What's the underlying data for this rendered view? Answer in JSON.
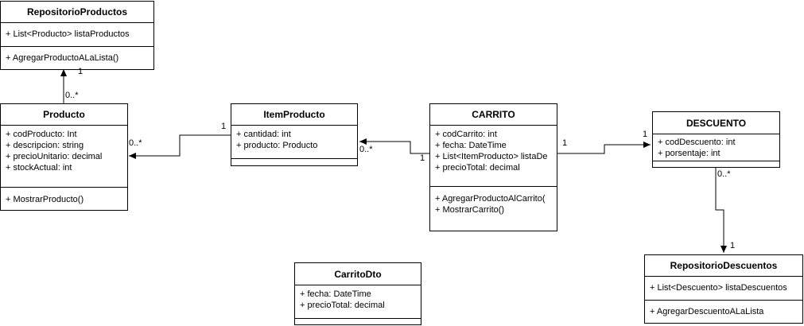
{
  "classes": {
    "repositorio_productos": {
      "name": "RepositorioProductos",
      "attributes": [
        "+ List<Producto> listaProductos"
      ],
      "methods": [
        "+ AgregarProductoALaLista()"
      ]
    },
    "producto": {
      "name": "Producto",
      "attributes": [
        "+ codProducto: Int",
        "+ descripcion: string",
        "+ precioUnitario: decimal",
        "+ stockActual: int"
      ],
      "methods": [
        "+ MostrarProducto()"
      ]
    },
    "item_producto": {
      "name": "ItemProducto",
      "attributes": [
        "+ cantidad: int",
        "+ producto: Producto"
      ],
      "methods": []
    },
    "carrito": {
      "name": "CARRITO",
      "attributes": [
        "+ codCarrito: int",
        "+ fecha: DateTime",
        "+ List<ItemProducto> listaDe",
        "+ precioTotal: decimal"
      ],
      "methods": [
        "+ AgregarProductoAlCarrito(",
        "+ MostrarCarrito()"
      ]
    },
    "descuento": {
      "name": "DESCUENTO",
      "attributes": [
        "+ codDescuento: int",
        "+ porsentaje: int"
      ],
      "methods": []
    },
    "repositorio_descuentos": {
      "name": "RepositorioDescuentos",
      "attributes": [
        "+ List<Descuento> listaDescuentos"
      ],
      "methods": [
        "+ AgregarDescuentoALaLista"
      ]
    },
    "carrito_dto": {
      "name": "CarritoDto",
      "attributes": [
        "+ fecha: DateTime",
        "+ precioTotal: decimal"
      ],
      "methods": []
    }
  },
  "multiplicities": {
    "repoprod_one": "1",
    "producto_many_repo": "0..*",
    "producto_many_item": "0..*",
    "item_one_producto": "1",
    "item_many_carrito": "0..*",
    "carrito_one_item": "1",
    "carrito_one_desc": "1",
    "desc_one_carrito": "1",
    "desc_many_repo": "0..*",
    "repodesc_one": "1"
  }
}
